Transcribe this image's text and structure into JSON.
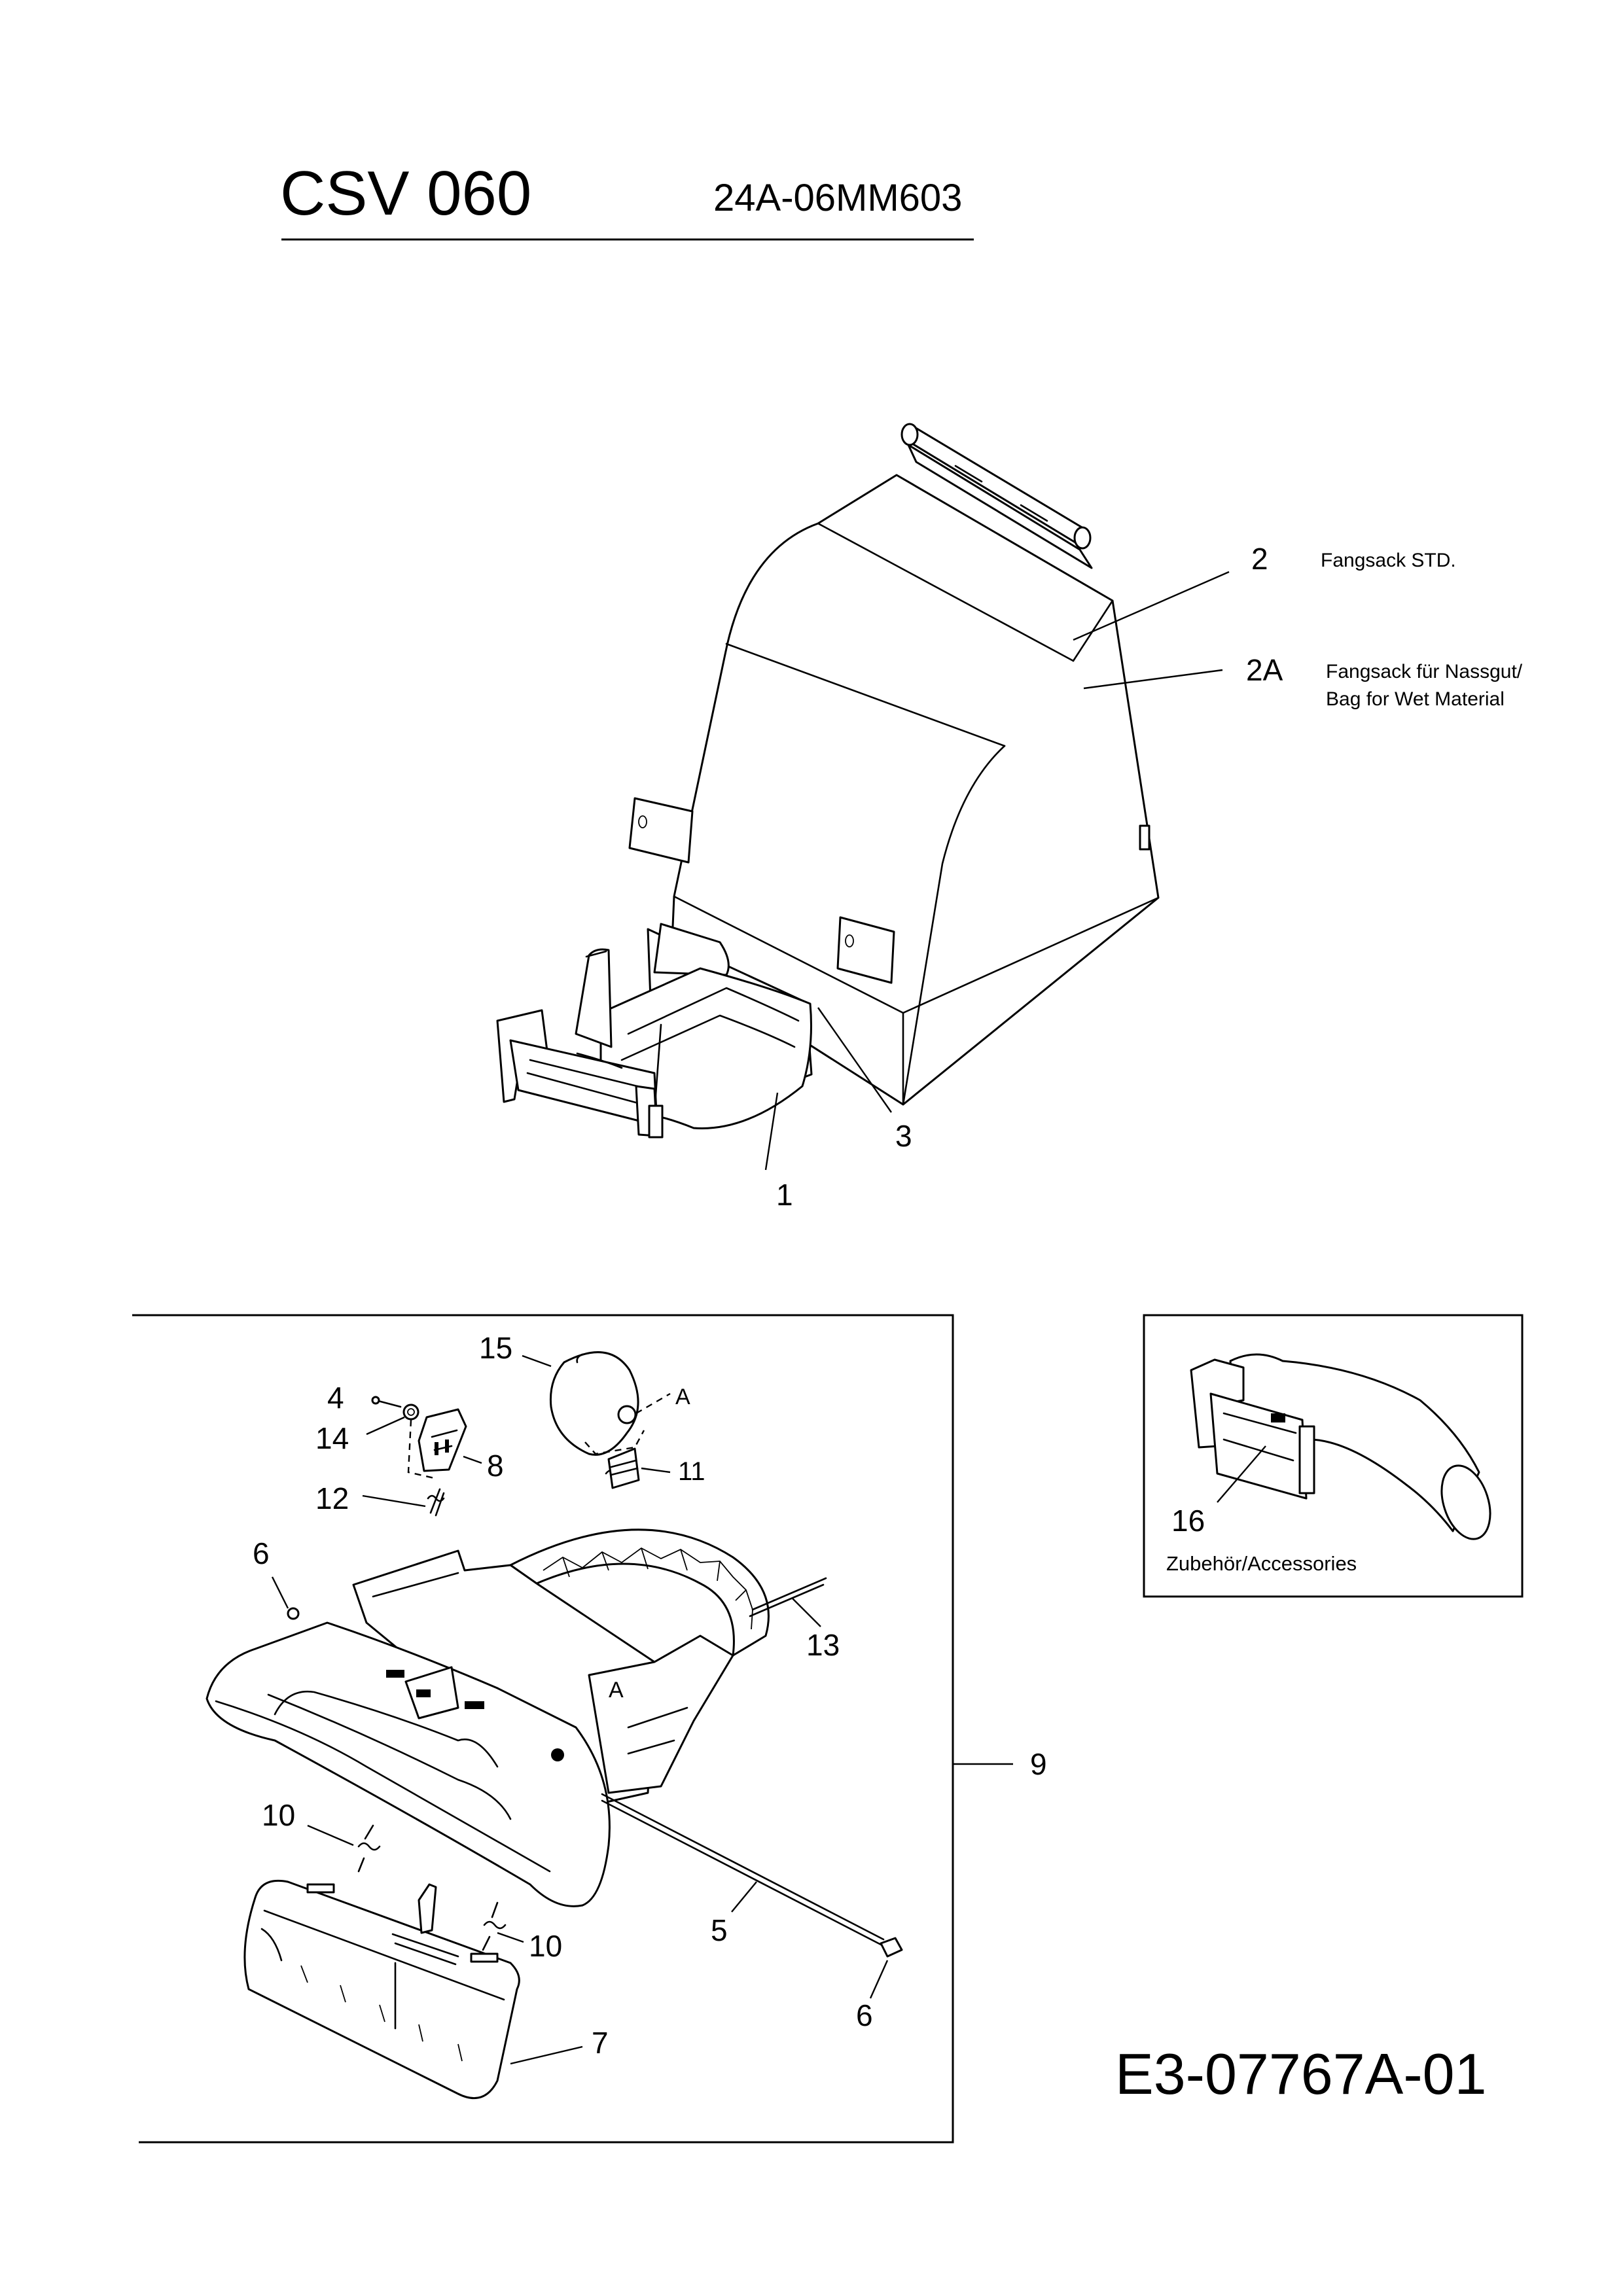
{
  "header": {
    "model": "CSV 060",
    "model_code": "24A-06MM603"
  },
  "callouts": {
    "c1": "1",
    "c2": "2",
    "c2a": "2A",
    "c3": "3",
    "c4": "4",
    "c5": "5",
    "c6a": "6",
    "c6b": "6",
    "c7": "7",
    "c8": "8",
    "c9": "9",
    "c10a": "10",
    "c10b": "10",
    "c11": "11",
    "c12": "12",
    "c13": "13",
    "c14": "14",
    "c15": "15",
    "c16": "16",
    "refA1": "A",
    "refA2": "A"
  },
  "descriptions": {
    "bag_std": "Fangsack STD.",
    "bag_wet_de": "Fangsack für Nassgut/",
    "bag_wet_en": "Bag for Wet Material"
  },
  "accessories": {
    "label": "Zubehör/Accessories"
  },
  "drawing_number": "E3-07767A-01",
  "colors": {
    "ink": "#000000",
    "paper": "#ffffff"
  }
}
